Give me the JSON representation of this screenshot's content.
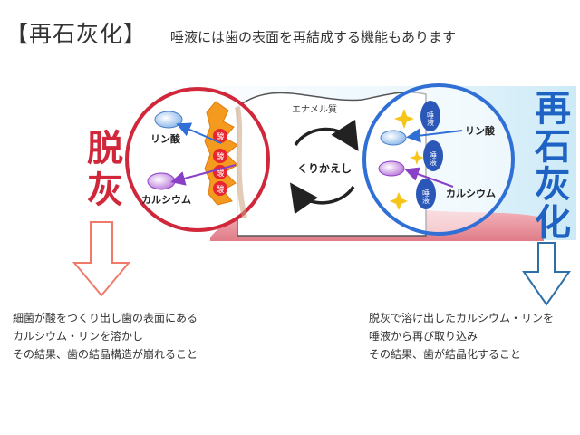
{
  "page": {
    "title": "【再石灰化】",
    "subtitle": "唾液には歯の表面を再結成する機能もあります"
  },
  "diagram": {
    "enamel_label": "エナメル質",
    "cycle_label": "くりかえし",
    "left": {
      "heading": "脱灰",
      "phosphate_label": "リン酸",
      "calcium_label": "カルシウム",
      "acid_labels": [
        "酸",
        "酸",
        "酸",
        "酸"
      ]
    },
    "right": {
      "heading": "再石灰化",
      "phosphate_label": "リン酸",
      "calcium_label": "カルシウム",
      "saliva_labels": [
        "唾液",
        "唾液",
        "唾液"
      ]
    }
  },
  "descriptions": {
    "left": [
      "細菌が酸をつくり出し歯の表面にある",
      "カルシウム・リンを溶かし",
      "その結果、歯の結晶構造が崩れること"
    ],
    "right": [
      "脱灰で溶け出したカルシウム・リンを",
      "唾液から再び取り込み",
      "その結果、歯が結晶化すること"
    ]
  },
  "colors": {
    "demineralization": "#d0273a",
    "remineralization": "#2f6fd6",
    "acid_orange": "#f39a1f",
    "arrow_left": "#f07a6a",
    "arrow_right": "#2e6fa8",
    "gum": "#e9a0a8",
    "background_band": "#dff3fb"
  }
}
